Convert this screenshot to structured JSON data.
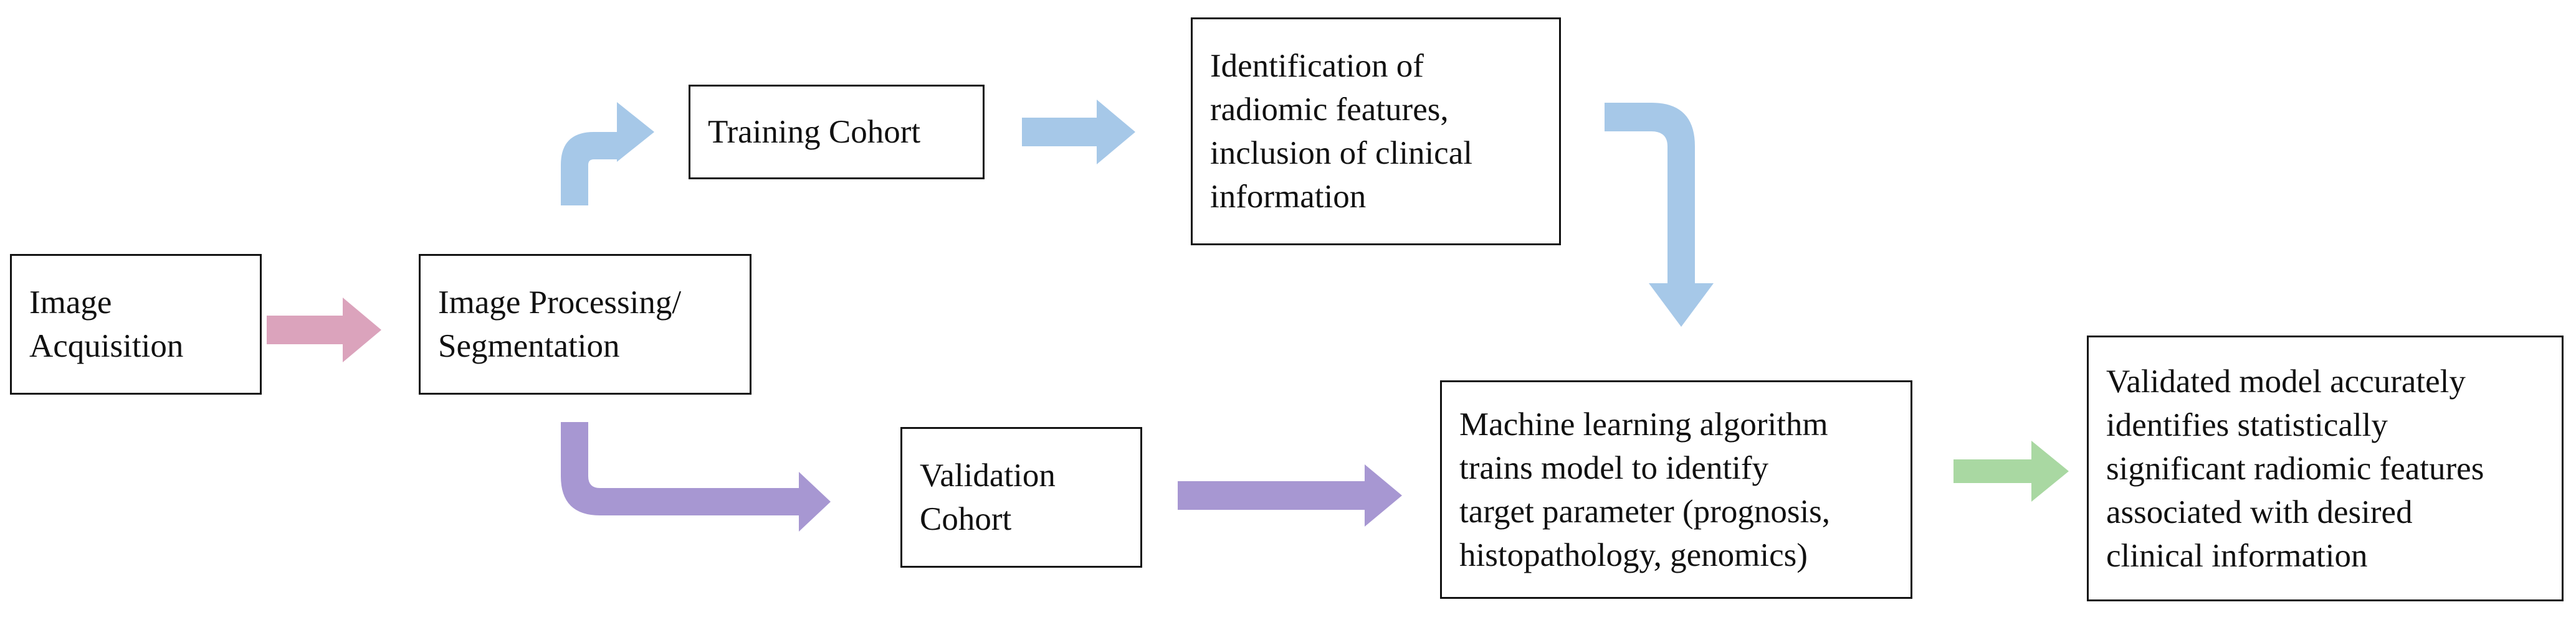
{
  "nodes": {
    "image_acquisition": "Image\nAcquisition",
    "image_processing": "Image Processing/\nSegmentation",
    "training_cohort": "Training Cohort",
    "validation_cohort": "Validation\nCohort",
    "identification": "Identification of\nradiomic features,\ninclusion of clinical\ninformation",
    "machine_learning": "Machine learning algorithm\ntrains model to identify\ntarget parameter (prognosis,\nhistopathology, genomics)",
    "validated_model": "Validated model accurately\nidentifies statistically\nsignificant radiomic features\nassociated with desired\nclinical information"
  },
  "colors": {
    "pink_arrow": "#dba3bc",
    "blue_arrow": "#a6c8e8",
    "purple_arrow": "#a797d2",
    "green_arrow": "#a9d8a2",
    "box_border": "#111111"
  }
}
